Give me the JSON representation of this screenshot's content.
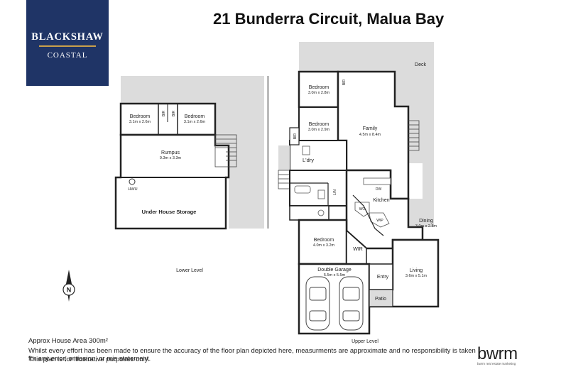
{
  "brand": {
    "name": "BLACKSHAW",
    "subtitle": "COASTAL",
    "colors": {
      "background": "#1f3466",
      "accent": "#c9a04b"
    }
  },
  "title": "21 Bunderra Circuit, Malua Bay",
  "lower_level": {
    "label": "Lower Level",
    "rooms": [
      {
        "name": "Bedroom",
        "size": "3.1m x 2.6m"
      },
      {
        "name": "Bedroom",
        "size": "3.1m x 2.6m"
      },
      {
        "name": "Rumpus",
        "size": "9.3m x 3.3m"
      },
      {
        "name": "Under House Storage",
        "size": ""
      }
    ],
    "fixtures": [
      "BIR",
      "BIR",
      "HWU"
    ]
  },
  "upper_level": {
    "label": "Upper Level",
    "rooms": [
      {
        "name": "Deck",
        "size": ""
      },
      {
        "name": "Bedroom",
        "size": "3.0m x 2.8m"
      },
      {
        "name": "Bedroom",
        "size": "3.0m x 2.9m"
      },
      {
        "name": "Family",
        "size": "4.5m x 8.4m"
      },
      {
        "name": "L'dry",
        "size": ""
      },
      {
        "name": "Kitchen",
        "size": ""
      },
      {
        "name": "Dining",
        "size": "3.0m x 2.8m"
      },
      {
        "name": "Bedroom",
        "size": "4.0m x 3.2m"
      },
      {
        "name": "WIR",
        "size": ""
      },
      {
        "name": "Double Garage",
        "size": "5.5m x 5.5m"
      },
      {
        "name": "Entry",
        "size": ""
      },
      {
        "name": "Living",
        "size": "3.6m x 5.1m"
      },
      {
        "name": "Patio",
        "size": ""
      }
    ],
    "fixtures": [
      "BIR",
      "BIR",
      "L/N",
      "DW",
      "WO",
      "WIP"
    ]
  },
  "compass": "N",
  "footer": {
    "area": "Approx House Area 300m²",
    "disclaimer_line1": "Whilst every effort has been made to ensure the accuracy of the floor plan depicted here, measurments are approximate and no responsibility is taken for any error, omission, or mis statement.",
    "disclaimer_line2": "This plan is for illustrative purposes only."
  },
  "bwrm": {
    "logo": "bwrm",
    "tagline": "bwrm real estate marketing"
  }
}
